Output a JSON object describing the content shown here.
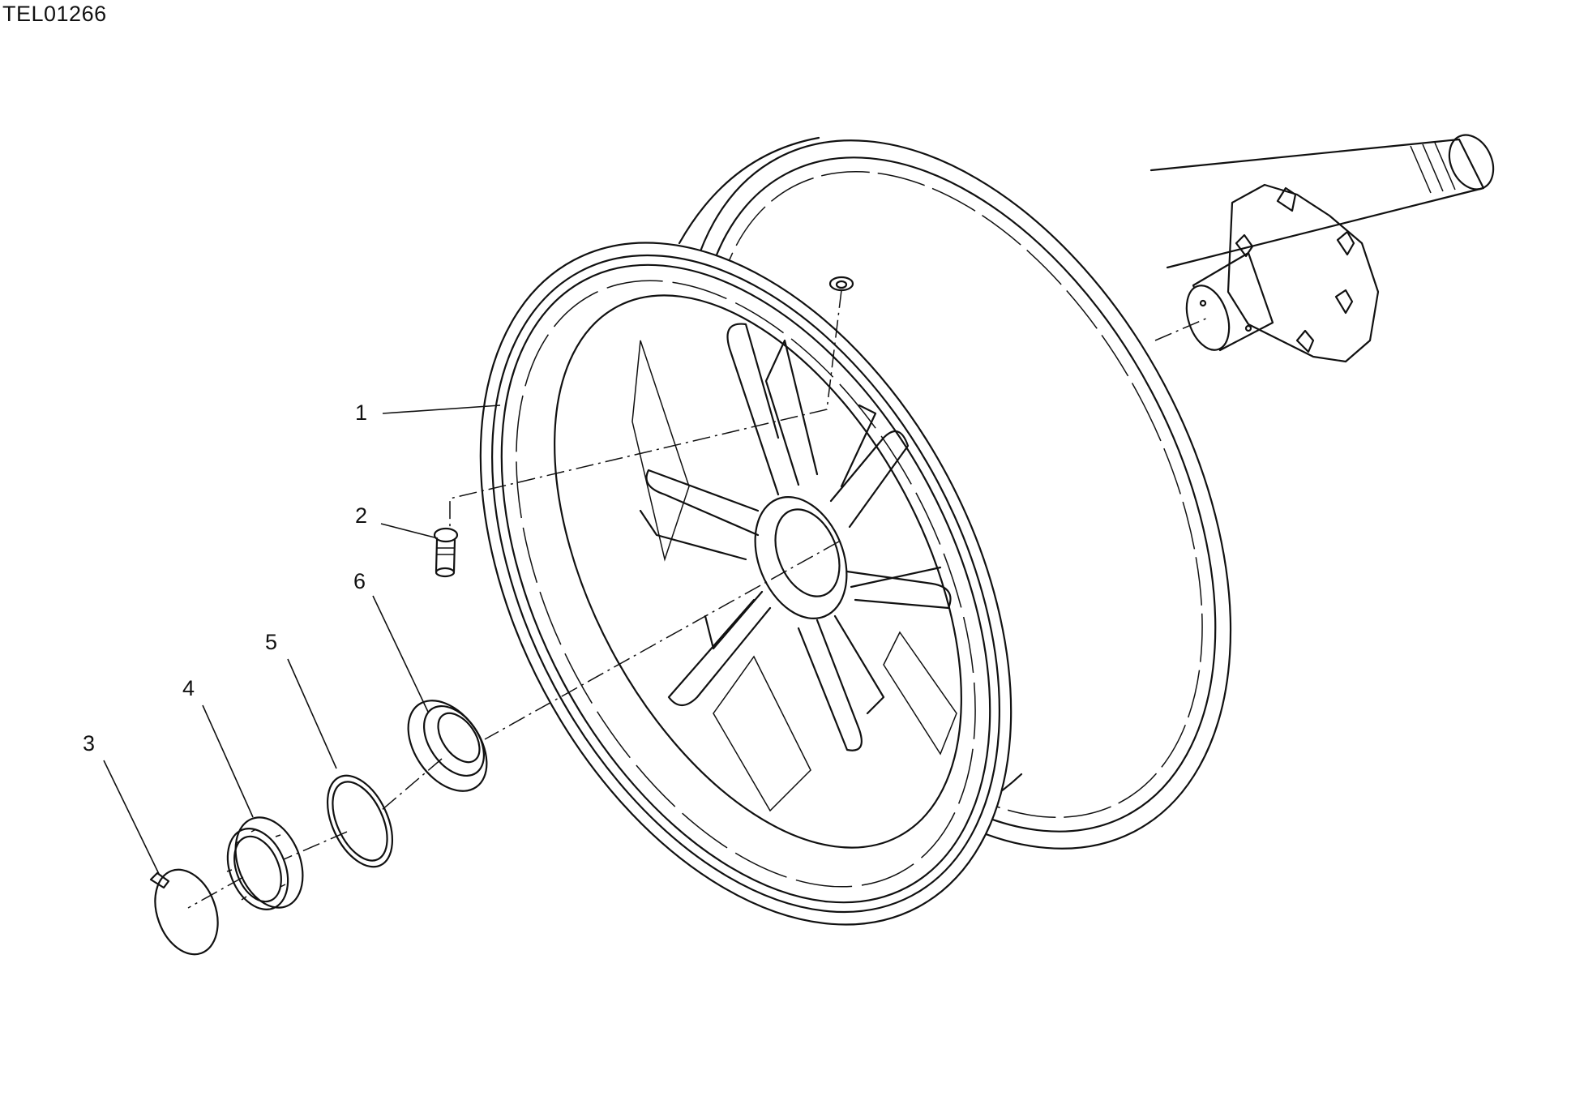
{
  "diagram_code": "TEL01266",
  "callouts": [
    {
      "id": "1",
      "label": "1"
    },
    {
      "id": "2",
      "label": "2"
    },
    {
      "id": "3",
      "label": "3"
    },
    {
      "id": "4",
      "label": "4"
    },
    {
      "id": "5",
      "label": "5"
    },
    {
      "id": "6",
      "label": "6"
    }
  ]
}
